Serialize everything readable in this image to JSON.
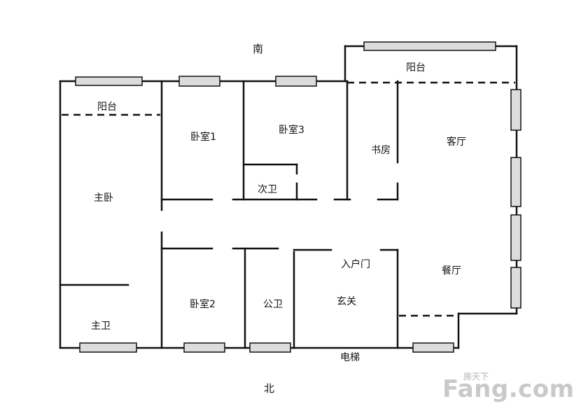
{
  "compass": {
    "south": "南",
    "north": "北"
  },
  "rooms": {
    "balcony_top": "阳台",
    "balcony_left": "阳台",
    "bedroom1": "卧室1",
    "bedroom3": "卧室3",
    "study": "书房",
    "living_room": "客厅",
    "master_bedroom": "主卧",
    "secondary_bath": "次卫",
    "entry_door": "入户门",
    "dining_room": "餐厅",
    "bedroom2": "卧室2",
    "public_bath": "公卫",
    "foyer": "玄关",
    "master_bath": "主卫",
    "elevator": "电梯"
  },
  "watermark": {
    "brand": "Fang.com",
    "tag": "房天下"
  },
  "colors": {
    "wall": "#111111",
    "window_fill": "#dcdcdc",
    "watermark": "#c9c9c9"
  }
}
